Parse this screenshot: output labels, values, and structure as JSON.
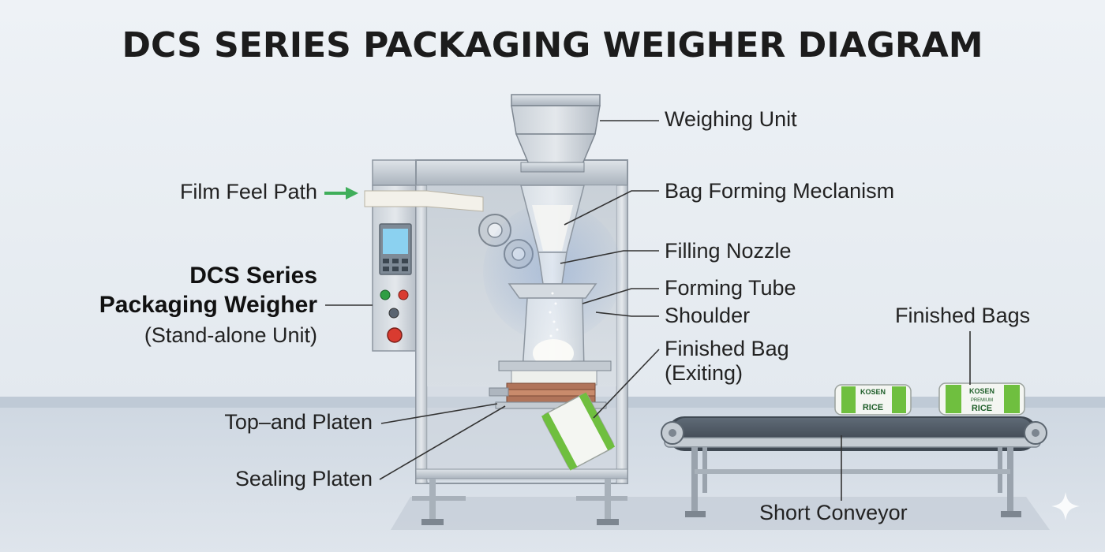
{
  "title": "DCS SERIES PACKAGING WEIGHER DIAGRAM",
  "labels": {
    "weighing_unit": "Weighing Unit",
    "film_feed_path": "Film Feel Path",
    "bag_forming": "Bag Forming Meclanism",
    "filling_nozzle": "Filling Nozzle",
    "forming_tube": "Forming Tube",
    "shoulder": "Shoulder",
    "finished_bag": "Finished Bag",
    "finished_bag_sub": "(Exiting)",
    "finished_bags": "Finished Bags",
    "machine_name_1": "DCS Series",
    "machine_name_2": "Packaging Weigher",
    "machine_name_3": "(Stand-alone Unit)",
    "top_platen": "Top–and Platen",
    "sealing_platen": "Sealing Platen",
    "short_conveyor": "Short Conveyor"
  },
  "bag_text": {
    "brand": "KOSEN",
    "product": "RICE",
    "tagline": "PREMIUM"
  },
  "colors": {
    "background": "#e9eef3",
    "machine_steel": "#b9c2cb",
    "leader_line": "#333333",
    "arrow_green": "#3fae5a",
    "bag_green": "#6fbf3f"
  },
  "icons": {
    "arrow": "right-arrow-icon",
    "sparkle": "sparkle-icon"
  }
}
